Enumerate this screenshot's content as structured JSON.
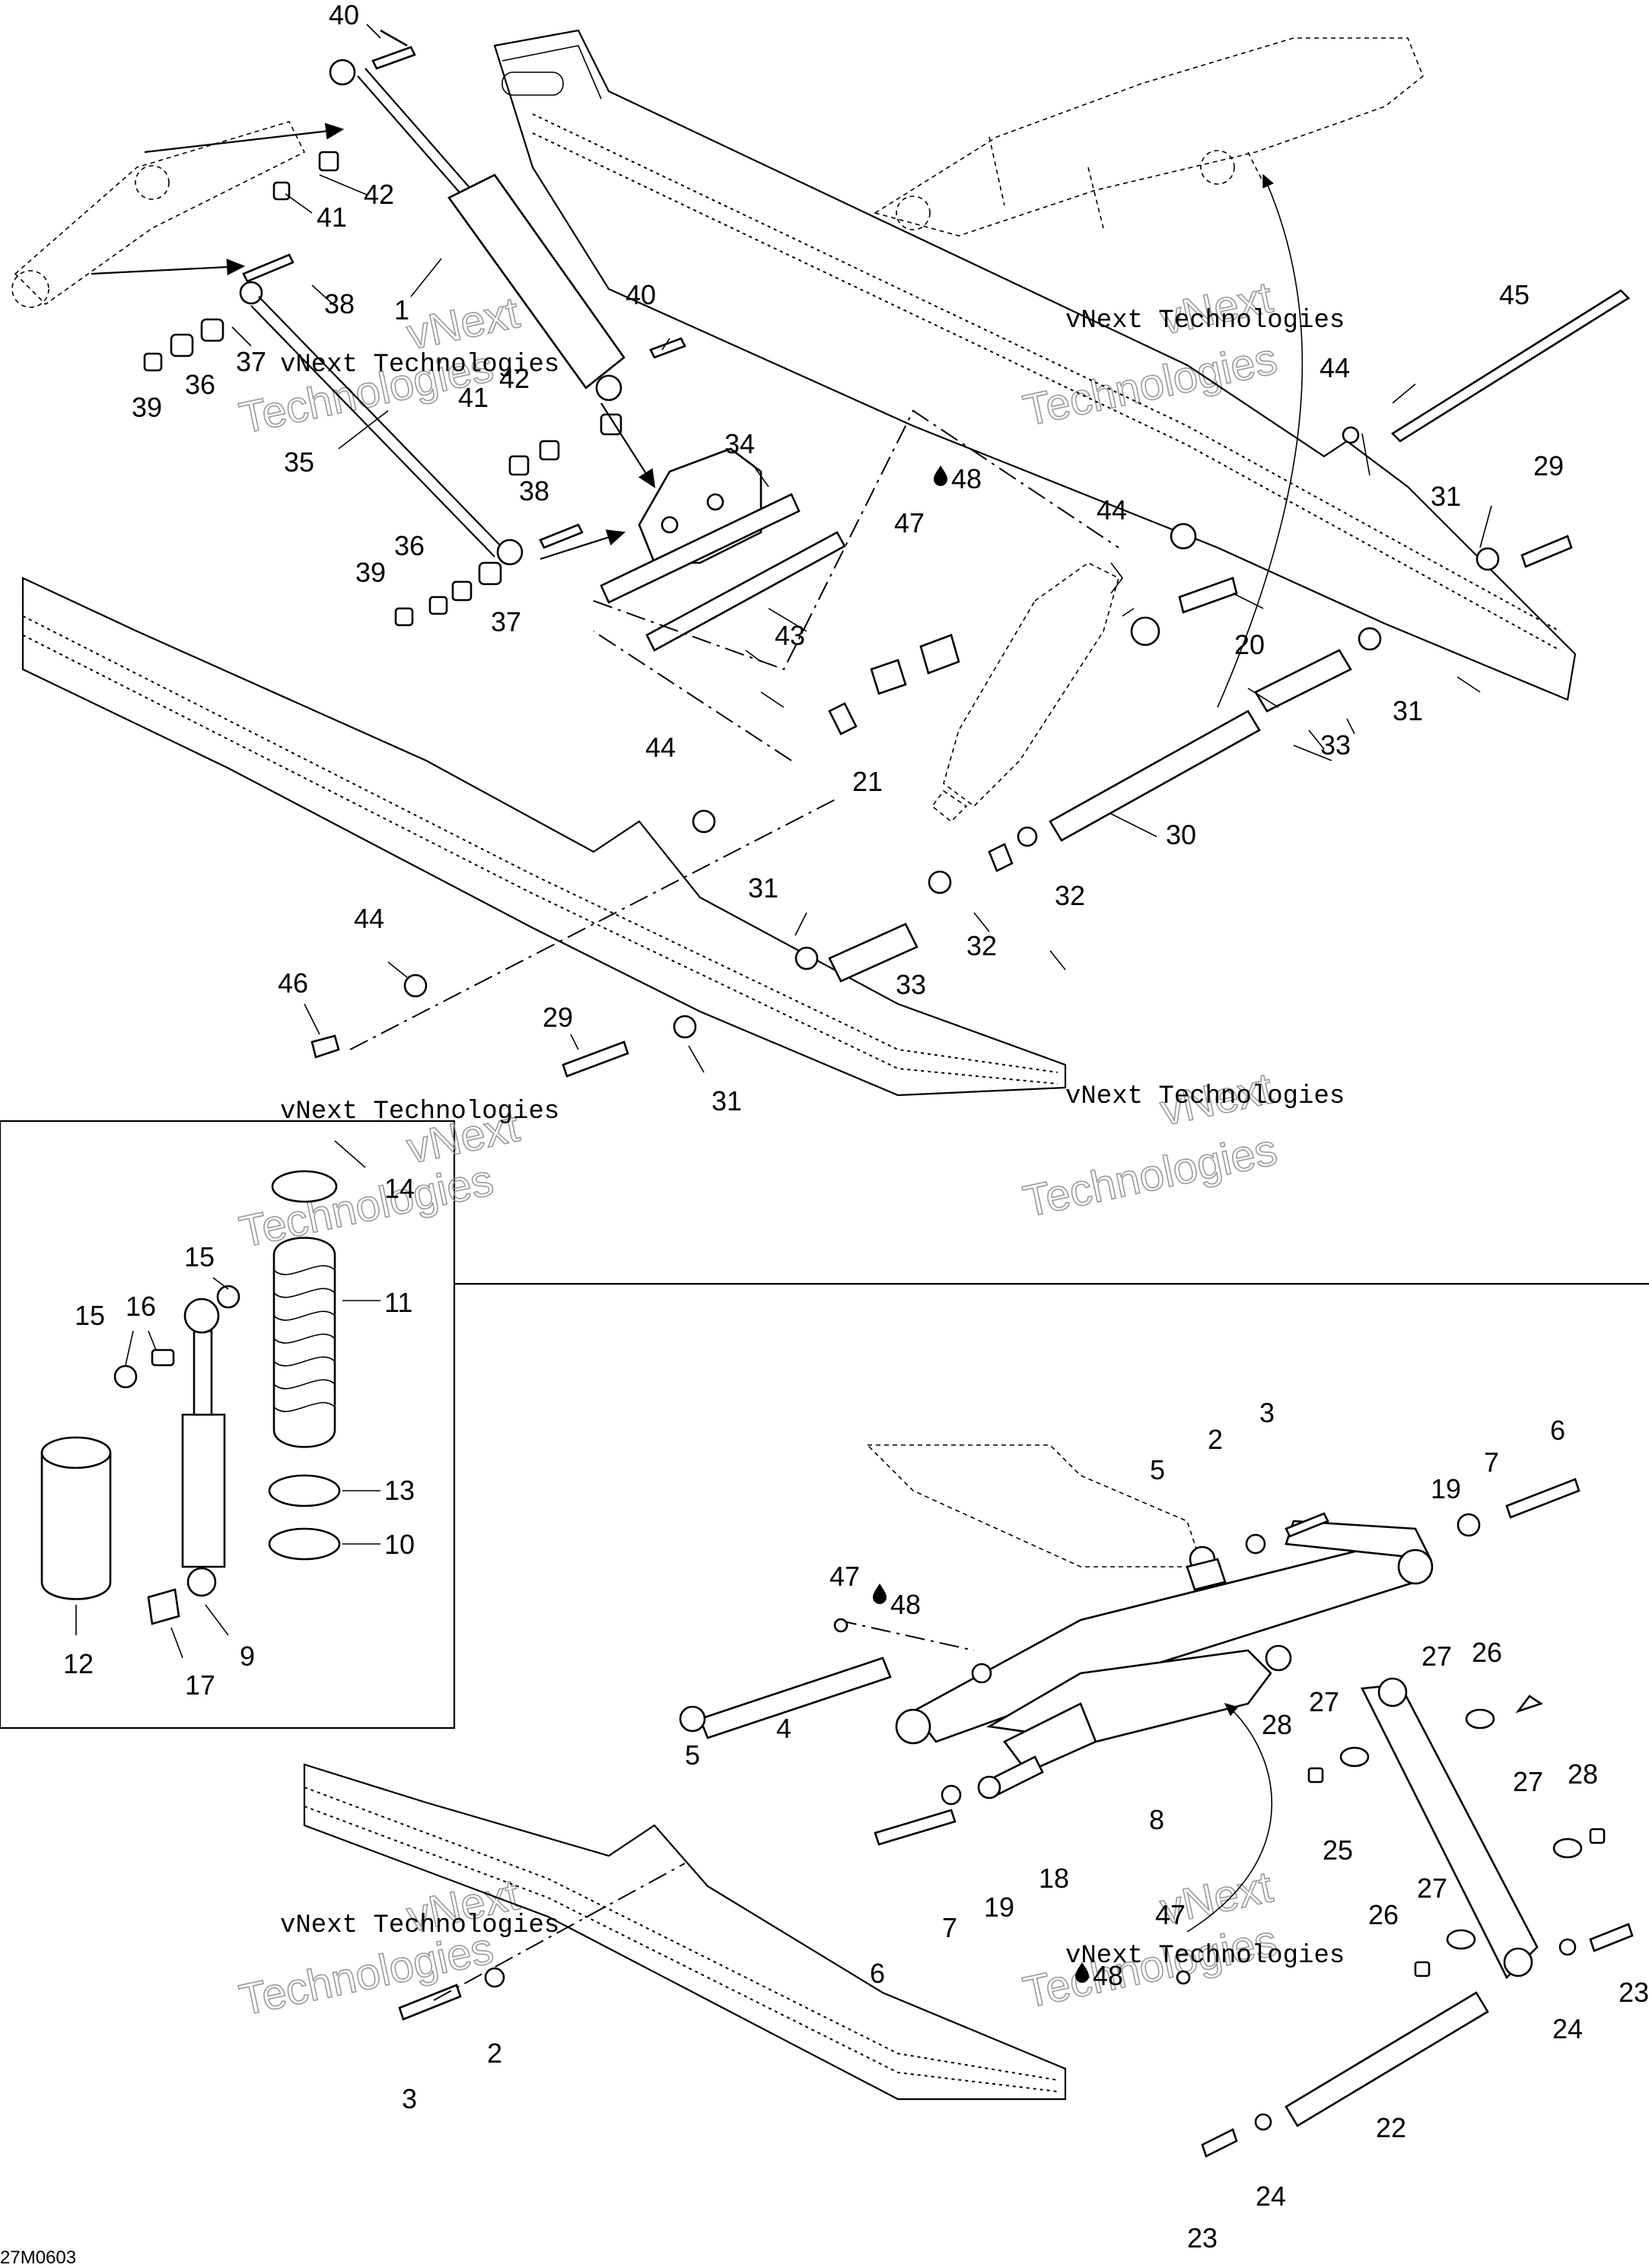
{
  "diagram": {
    "drawing_code": "27M0603",
    "watermark_line1": "vNext Technologies",
    "watermark_line2": "vNext",
    "watermark_line3": "Technologies",
    "lube_mark": "48"
  },
  "callouts": [
    {
      "id": "c40a",
      "text": "40"
    },
    {
      "id": "c42a",
      "text": "42"
    },
    {
      "id": "c41a",
      "text": "41"
    },
    {
      "id": "c38a",
      "text": "38"
    },
    {
      "id": "c1",
      "text": "1"
    },
    {
      "id": "c37a",
      "text": "37"
    },
    {
      "id": "c36a",
      "text": "36"
    },
    {
      "id": "c39a",
      "text": "39"
    },
    {
      "id": "c35",
      "text": "35"
    },
    {
      "id": "c40b",
      "text": "40"
    },
    {
      "id": "c42b",
      "text": "42"
    },
    {
      "id": "c41b",
      "text": "41"
    },
    {
      "id": "c34",
      "text": "34"
    },
    {
      "id": "c48a",
      "text": "48"
    },
    {
      "id": "c47a",
      "text": "47"
    },
    {
      "id": "c38b",
      "text": "38"
    },
    {
      "id": "c36b",
      "text": "36"
    },
    {
      "id": "c39b",
      "text": "39"
    },
    {
      "id": "c37b",
      "text": "37"
    },
    {
      "id": "c43",
      "text": "43"
    },
    {
      "id": "c45",
      "text": "45"
    },
    {
      "id": "c44a",
      "text": "44"
    },
    {
      "id": "c31a",
      "text": "31"
    },
    {
      "id": "c29a",
      "text": "29"
    },
    {
      "id": "c44b",
      "text": "44"
    },
    {
      "id": "c20",
      "text": "20"
    },
    {
      "id": "c31b",
      "text": "31"
    },
    {
      "id": "c33a",
      "text": "33"
    },
    {
      "id": "c21",
      "text": "21"
    },
    {
      "id": "c30",
      "text": "30"
    },
    {
      "id": "c44c",
      "text": "44"
    },
    {
      "id": "c32a",
      "text": "32"
    },
    {
      "id": "c31c",
      "text": "31"
    },
    {
      "id": "c32b",
      "text": "32"
    },
    {
      "id": "c33b",
      "text": "33"
    },
    {
      "id": "c44d",
      "text": "44"
    },
    {
      "id": "c46",
      "text": "46"
    },
    {
      "id": "c29b",
      "text": "29"
    },
    {
      "id": "c31d",
      "text": "31"
    },
    {
      "id": "c14",
      "text": "14"
    },
    {
      "id": "c15a",
      "text": "15"
    },
    {
      "id": "c11",
      "text": "11"
    },
    {
      "id": "c15b",
      "text": "15"
    },
    {
      "id": "c16",
      "text": "16"
    },
    {
      "id": "c13",
      "text": "13"
    },
    {
      "id": "c10",
      "text": "10"
    },
    {
      "id": "c12",
      "text": "12"
    },
    {
      "id": "c17",
      "text": "17"
    },
    {
      "id": "c9",
      "text": "9"
    },
    {
      "id": "c3a",
      "text": "3"
    },
    {
      "id": "c2a",
      "text": "2"
    },
    {
      "id": "c5a",
      "text": "5"
    },
    {
      "id": "c6a",
      "text": "6"
    },
    {
      "id": "c7a",
      "text": "7"
    },
    {
      "id": "c19a",
      "text": "19"
    },
    {
      "id": "c47b",
      "text": "47"
    },
    {
      "id": "c48b",
      "text": "48"
    },
    {
      "id": "c27a",
      "text": "27"
    },
    {
      "id": "c26a",
      "text": "26"
    },
    {
      "id": "c28a",
      "text": "28"
    },
    {
      "id": "c27b",
      "text": "27"
    },
    {
      "id": "c4",
      "text": "4"
    },
    {
      "id": "c5b",
      "text": "5"
    },
    {
      "id": "c8",
      "text": "8"
    },
    {
      "id": "c27c",
      "text": "27"
    },
    {
      "id": "c28b",
      "text": "28"
    },
    {
      "id": "c25",
      "text": "25"
    },
    {
      "id": "c18",
      "text": "18"
    },
    {
      "id": "c19b",
      "text": "19"
    },
    {
      "id": "c7b",
      "text": "7"
    },
    {
      "id": "c6b",
      "text": "6"
    },
    {
      "id": "c27d",
      "text": "27"
    },
    {
      "id": "c26b",
      "text": "26"
    },
    {
      "id": "c47c",
      "text": "47"
    },
    {
      "id": "c48c",
      "text": "48"
    },
    {
      "id": "c23a",
      "text": "23"
    },
    {
      "id": "c24a",
      "text": "24"
    },
    {
      "id": "c2b",
      "text": "2"
    },
    {
      "id": "c3b",
      "text": "3"
    },
    {
      "id": "c22",
      "text": "22"
    },
    {
      "id": "c24b",
      "text": "24"
    },
    {
      "id": "c23b",
      "text": "23"
    }
  ]
}
